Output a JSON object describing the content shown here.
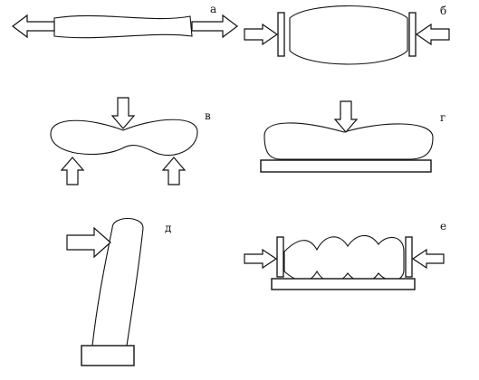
{
  "panels": [
    {
      "id": "a",
      "label": "а"
    },
    {
      "id": "b",
      "label": "б"
    },
    {
      "id": "v",
      "label": "в"
    },
    {
      "id": "g",
      "label": "г"
    },
    {
      "id": "d",
      "label": "д"
    },
    {
      "id": "e",
      "label": "е"
    }
  ],
  "colors": {
    "ink": "#111111",
    "background": "#ffffff"
  }
}
